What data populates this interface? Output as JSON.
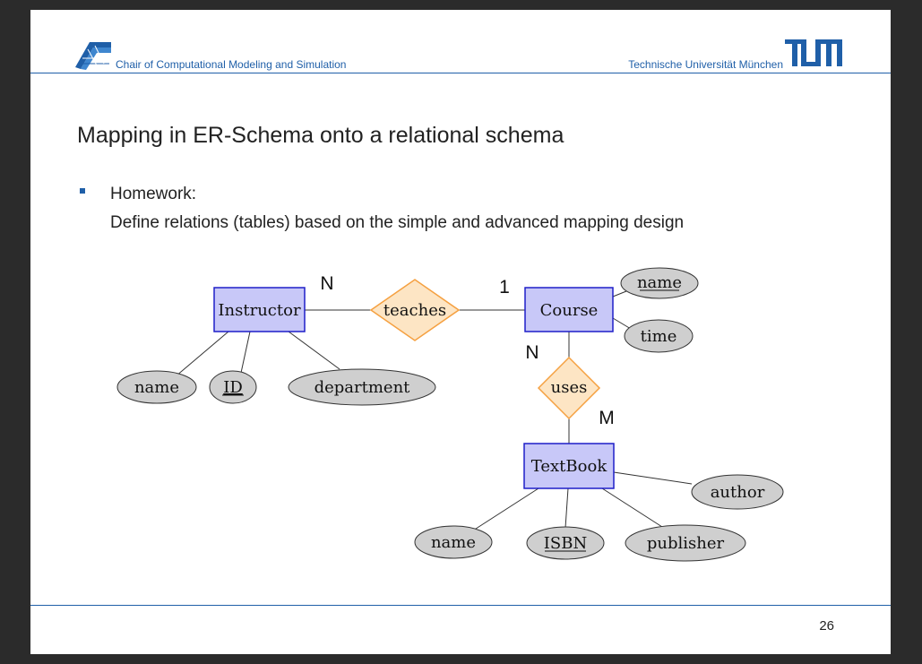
{
  "header": {
    "left_text": "Chair of Computational Modeling and Simulation",
    "right_text": "Technische Universität München"
  },
  "slide": {
    "title": "Mapping in ER-Schema onto a relational schema",
    "bullet": {
      "line1": "Homework:",
      "line2": "Define relations (tables) based on the simple and advanced mapping design"
    },
    "page_number": "26"
  },
  "diagram": {
    "entities": {
      "instructor": "Instructor",
      "course": "Course",
      "textbook": "TextBook"
    },
    "relationships": {
      "teaches": "teaches",
      "uses": "uses"
    },
    "attributes": {
      "instructor_name": "name",
      "instructor_id": "ID",
      "instructor_department": "department",
      "course_name": "name",
      "course_time": "time",
      "textbook_author": "author",
      "textbook_name": "name",
      "textbook_isbn": "ISBN",
      "textbook_publisher": "publisher"
    },
    "cardinalities": {
      "teaches_instructor": "N",
      "teaches_course": "1",
      "uses_course": "N",
      "uses_textbook": "M"
    },
    "colors": {
      "entity_fill": "#c8c8f8",
      "entity_stroke": "#1f1fc8",
      "relationship_fill": "#fde5c4",
      "relationship_stroke": "#f5a040",
      "attribute_fill": "#cfcfcf",
      "accent": "#1f5fa8"
    }
  }
}
